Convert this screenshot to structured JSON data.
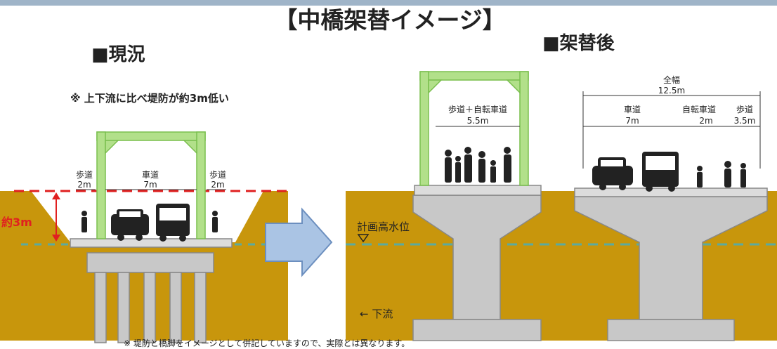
{
  "title": "【中橋架替イメージ】",
  "current": {
    "heading": "■現況",
    "note": "※ 上下流に比べ堤防が約3m低い",
    "dim_low": "約3m",
    "sidewalk_label": "歩道",
    "sidewalk_width": "2m",
    "roadway_label": "車道",
    "roadway_width": "7m"
  },
  "after": {
    "heading": "■架替後",
    "old_bridge_lane_label": "歩道＋自転車道",
    "old_bridge_lane_width": "5.5m",
    "total_label": "全幅",
    "total_width": "12.5m",
    "roadway_label": "車道",
    "roadway_width": "7m",
    "bike_label": "自転車道",
    "bike_width": "2m",
    "sidewalk_label": "歩道",
    "sidewalk_width": "3.5m"
  },
  "flood_level_label": "計画高水位",
  "downstream_label": "← 下流",
  "footnote": "※ 堤防と橋脚をイメージとして併記していますので、実際とは異なります。",
  "colors": {
    "soil": "#c8960c",
    "frame": "#b2e08a",
    "frame_stroke": "#7bbf4f",
    "concrete": "#c8c8c8",
    "concrete_stroke": "#888888",
    "water_line": "#5aaaa0",
    "red_dash": "#e02020",
    "arrow_fill": "#aac4e4",
    "arrow_stroke": "#6c8fbf"
  }
}
